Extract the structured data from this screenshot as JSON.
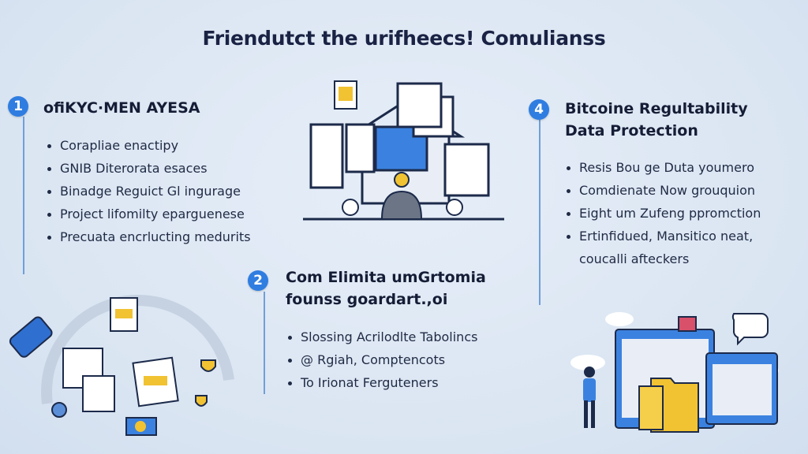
{
  "title": "Friendutct the urifheecs! Comulianss",
  "sections": [
    {
      "number": "1",
      "heading": "ofiKYC·MEN AYESA",
      "bullets": [
        "Corapliae enactipy",
        "GNIB Diterorata esaces",
        "Binadge Reguict Gl ingurage",
        "Project lifomilty eparguenese",
        "Precuata encrlucting medurits"
      ]
    },
    {
      "number": "2",
      "heading_lines": [
        "Com Elimita umGrtomia",
        "founss goardart.,oi"
      ],
      "bullets": [
        "Slossing Acrilodlte Tabolincs",
        "@ Rgiah, Comptencots",
        "To Irionat Ferguteners"
      ]
    },
    {
      "number": "4",
      "heading_lines": [
        "Bitcoine Regultability",
        "Data Protection"
      ],
      "bullets": [
        "Resis Bou ge Duta youmero",
        "Comdienate Now grouquion",
        "Eight um Zufeng ppromction",
        "Ertinfidued, Mansitico neat,"
      ],
      "bullet_continuation": "coucalli afteckers"
    }
  ],
  "colors": {
    "accent": "#2f7de1",
    "text": "#1a2344",
    "background": "#dde7f3"
  },
  "icons": [
    "document-icon",
    "monitor-icon",
    "bitcoin-icon",
    "trophy-icon",
    "folder-icon",
    "chat-bubble-icon",
    "person-icon",
    "cloud-icon"
  ]
}
